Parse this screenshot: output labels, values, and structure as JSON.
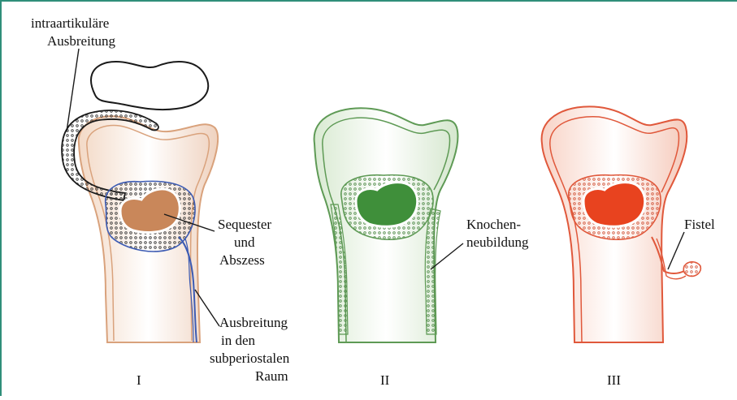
{
  "labels": {
    "intraarticular_line1": "intraartikuläre",
    "intraarticular_line2": "Ausbreitung",
    "sequester_line1": "Sequester",
    "sequester_line2": "und",
    "sequester_line3": "Abszess",
    "spread_line1": "Ausbreitung",
    "spread_line2": "in den",
    "spread_line3": "subperiostalen",
    "spread_line4": "Raum",
    "new_bone_line1": "Knochen-",
    "new_bone_line2": "neubildung",
    "fistula": "Fistel"
  },
  "stages": [
    "I",
    "II",
    "III"
  ],
  "colors": {
    "frame": "#2f8f7a",
    "stage1_bone": "#d9a27c",
    "stage1_abscess": "#c9875a",
    "stage1_spread": "#3c5bb3",
    "stage2_bone": "#5e9a55",
    "stage2_abscess": "#3f8f3a",
    "stage3_bone": "#e0583b",
    "stage3_abscess": "#e8431f",
    "ink": "#1a1a1a"
  }
}
